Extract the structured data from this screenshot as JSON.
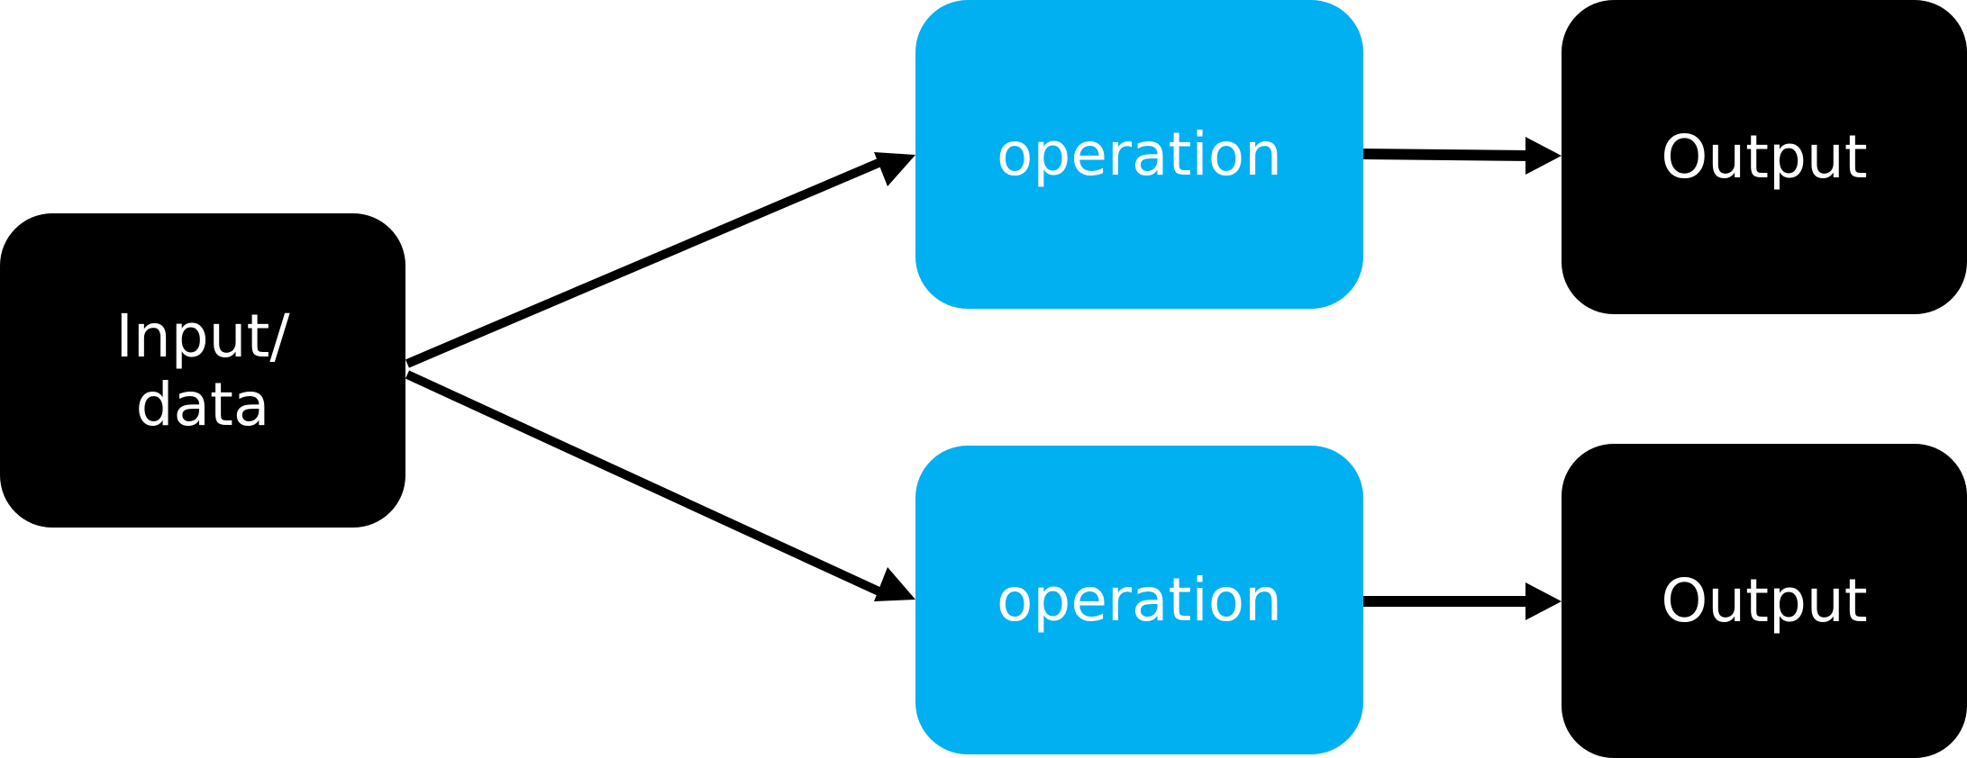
{
  "diagram": {
    "input": {
      "line1": "Input/",
      "line2": "data"
    },
    "operations": [
      {
        "label": "operation"
      },
      {
        "label": "operation"
      }
    ],
    "outputs": [
      {
        "label": "Output"
      },
      {
        "label": "Output"
      }
    ],
    "colors": {
      "dark_node": "#000000",
      "operation_node": "#00b0f0",
      "text": "#ffffff",
      "arrow": "#000000"
    }
  }
}
